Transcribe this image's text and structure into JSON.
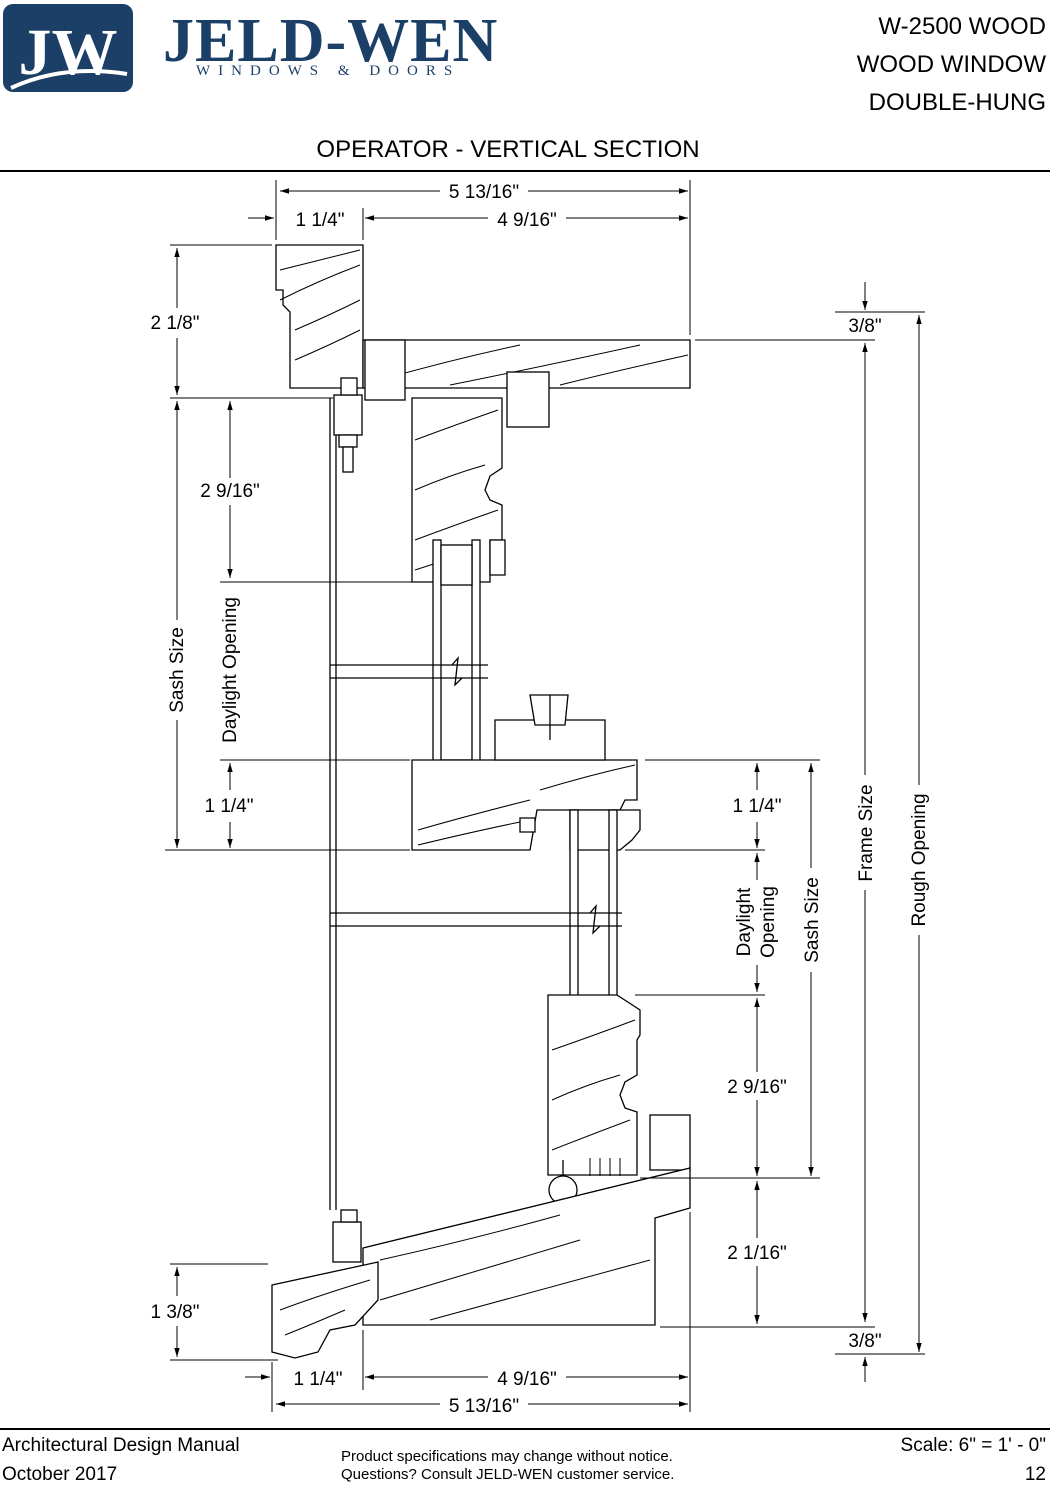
{
  "brand": {
    "logo_mark": "JW",
    "logo_name": "JELD-WEN",
    "logo_tagline": "WINDOWS & DOORS",
    "logo_color": "#1b3f66"
  },
  "header": {
    "line1": "W-2500 WOOD",
    "line2": "WOOD WINDOW",
    "line3": "DOUBLE-HUNG"
  },
  "section_title": "OPERATOR - VERTICAL SECTION",
  "dimensions": {
    "top_overall": "5 13/16\"",
    "top_left": "1 1/4\"",
    "top_right": "4 9/16\"",
    "head_height": "2 1/8\"",
    "head_shim": "3/8\"",
    "upper_rail": "2 9/16\"",
    "sash_size_left": "Sash Size",
    "daylight_left": "Daylight Opening",
    "meeting_left": "1 1/4\"",
    "meeting_right": "1 1/4\"",
    "daylight_right_1": "Daylight",
    "daylight_right_2": "Opening",
    "sash_size_right": "Sash Size",
    "frame_size": "Frame Size",
    "rough_opening": "Rough Opening",
    "lower_rail": "2 9/16\"",
    "sill_right": "2 1/16\"",
    "sill_left": "1 3/8\"",
    "sill_shim": "3/8\"",
    "bottom_left": "1 1/4\"",
    "bottom_right": "4 9/16\"",
    "bottom_overall": "5 13/16\""
  },
  "footer": {
    "manual": "Architectural Design Manual",
    "date": "October 2017",
    "notice1": "Product specifications may change without notice.",
    "notice2": "Questions? Consult JELD-WEN customer service.",
    "scale": "Scale: 6\" = 1' - 0\"",
    "page": "12"
  }
}
